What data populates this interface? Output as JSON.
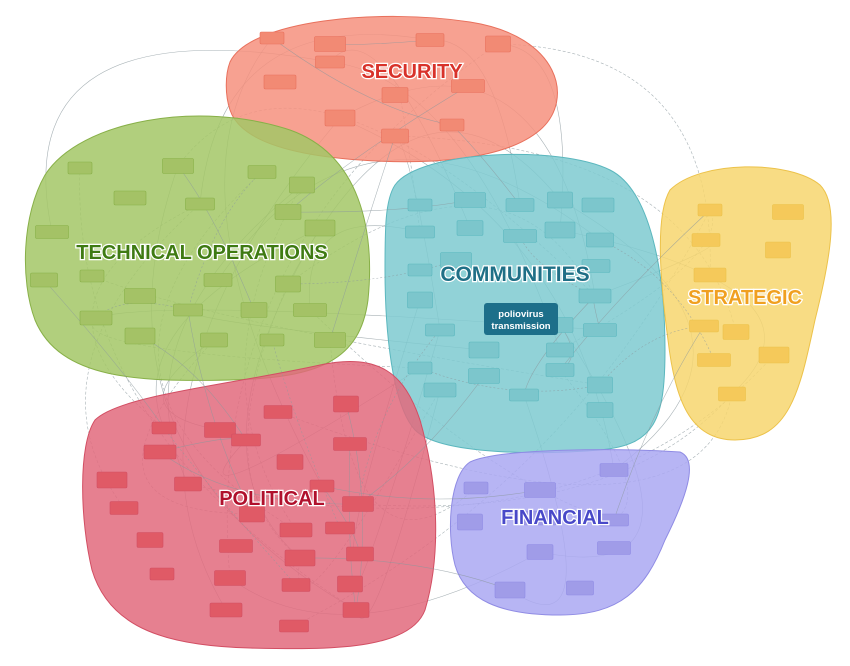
{
  "clusters": [
    {
      "id": "security",
      "label": "SECURITY",
      "fill": "#f6907e",
      "stroke": "#e8705c",
      "text_color": "#d8322a",
      "node_color": "#f28a74"
    },
    {
      "id": "technical",
      "label": "TECHNICAL OPERATIONS",
      "fill": "#a3c766",
      "stroke": "#88b048",
      "text_color": "#3e7a12",
      "node_color": "#a4c266"
    },
    {
      "id": "communities",
      "label": "COMMUNITIES",
      "fill": "#7ecad0",
      "stroke": "#5bb7be",
      "text_color": "#1f6f86",
      "node_color": "#7cc6cc"
    },
    {
      "id": "strategic",
      "label": "STRATEGIC",
      "fill": "#f7d66e",
      "stroke": "#ecc24a",
      "text_color": "#f0a020",
      "node_color": "#f5c95a"
    },
    {
      "id": "political",
      "label": "POLITICAL",
      "fill": "#e26a7c",
      "stroke": "#d24e63",
      "text_color": "#b0102c",
      "node_color": "#e05a66"
    },
    {
      "id": "financial",
      "label": "FINANCIAL",
      "fill": "#aaa8f2",
      "stroke": "#8f8be4",
      "text_color": "#4848c8",
      "node_color": "#a09ce8"
    }
  ],
  "center_node": {
    "line1": "poliovirus",
    "line2": "transmission",
    "fill": "#1d6f8a"
  },
  "colors": {
    "edge": "#8a979c"
  }
}
